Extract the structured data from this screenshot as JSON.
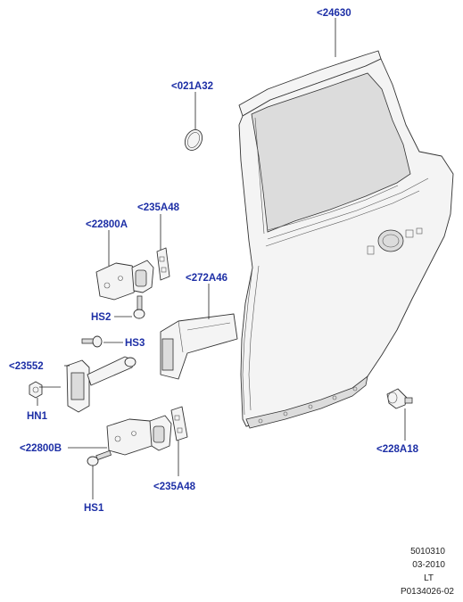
{
  "labels": {
    "door_shell": "<24630",
    "plug": "<021A32",
    "upper_hinge": "<22800A",
    "hinge_plate_upper": "<235A48",
    "check_strap_cover": "<272A46",
    "bolt_hs2": "HS2",
    "bolt_hs3": "HS3",
    "check_arm": "<23552",
    "nut_hn1": "HN1",
    "lower_hinge": "<22800B",
    "hinge_plate_lower": "<235A48",
    "bolt_hs1": "HS1",
    "bumper": "<228A18"
  },
  "footer": {
    "code": "5010310",
    "date": "03-2010",
    "side": "LT",
    "ref": "P0134026-02"
  },
  "colors": {
    "label": "#1d2fa6",
    "line": "#222222"
  }
}
